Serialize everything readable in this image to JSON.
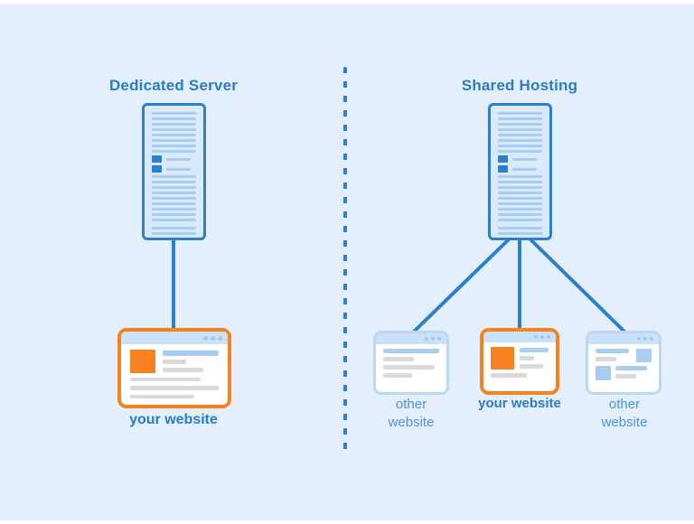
{
  "diagram": {
    "left_section": {
      "title": "Dedicated Server",
      "website_label": "your website"
    },
    "right_section": {
      "title": "Shared Hosting",
      "websites": [
        {
          "label": "other website",
          "owner": "other"
        },
        {
          "label": "your website",
          "owner": "yours"
        },
        {
          "label": "other website",
          "owner": "other"
        }
      ]
    },
    "colors": {
      "background": "#e3effc",
      "primary_blue": "#2e7fc9",
      "title_text_blue": "#2b7cc6",
      "light_label_blue": "#4e94d8",
      "server_fill": "#d9eafc",
      "stripe_blue": "#a9cdf0",
      "stripe_gray": "#d9d9d9",
      "window_titlebar": "#c9e0f6",
      "window_dot": "#a3c8ec",
      "window_border_light": "#b9d8f3",
      "accent_orange": "#f5821f"
    },
    "icons": {
      "server": "server-tower-icon",
      "browser": "browser-window-icon",
      "divider": "dashed-divider"
    }
  }
}
